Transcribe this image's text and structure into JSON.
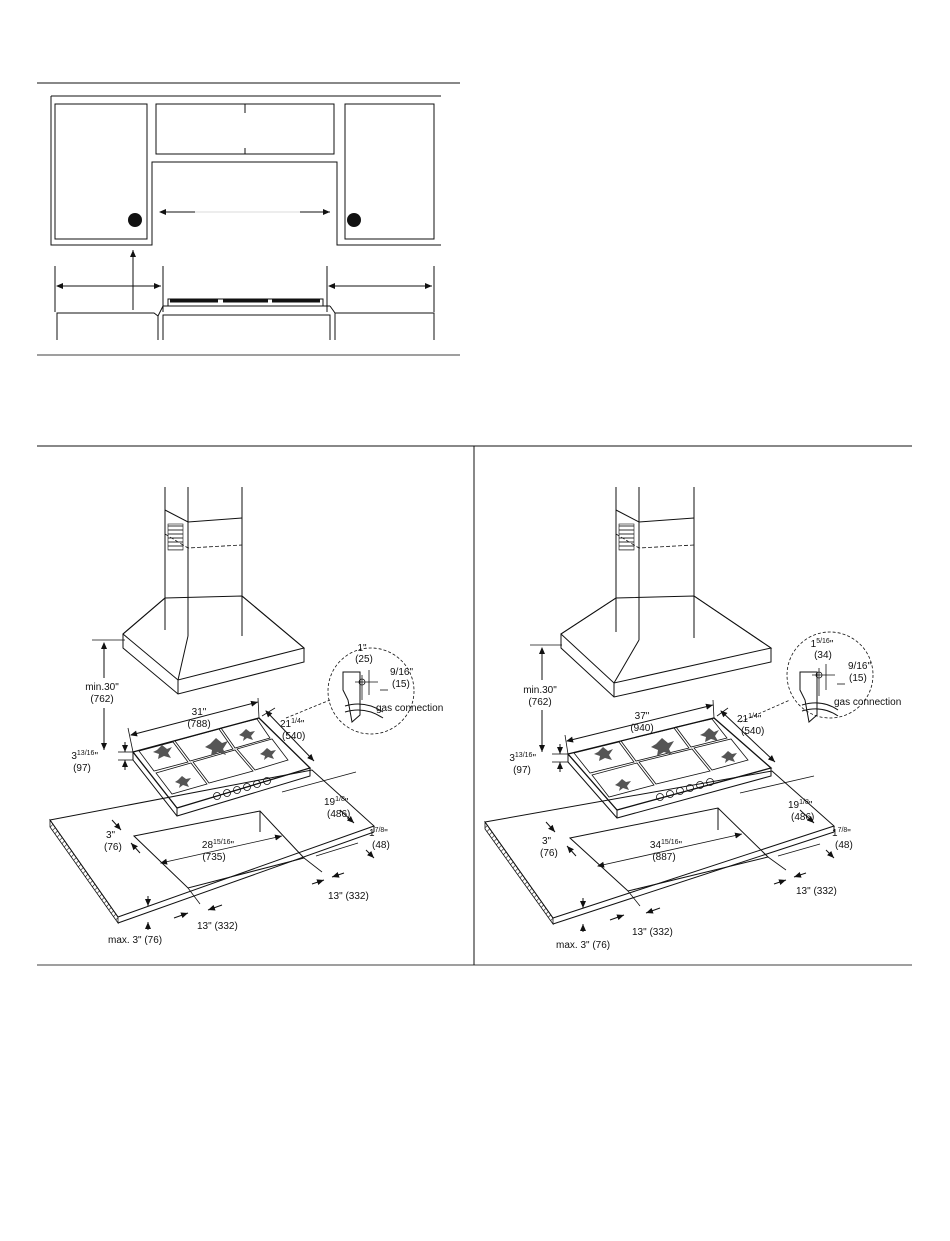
{
  "left_figure": {
    "min_height": "min.30\"",
    "min_height_mm": "(762)",
    "width": "31\"",
    "width_mm": "(788)",
    "depth": "21",
    "depth_frac": "1/4",
    "depth_unit": "\"",
    "depth_mm": "(540)",
    "height_whole": "3",
    "height_frac": "13/16",
    "height_unit": "\"",
    "height_mm": "(97)",
    "gas_offset_a": "1\"",
    "gas_offset_a_mm": "(25)",
    "gas_offset_b": "9/16\"",
    "gas_offset_b_mm": "(15)",
    "gas_label": "gas connection",
    "cutout_depth": "19",
    "cutout_depth_frac": "1/8",
    "cutout_depth_unit": "\"",
    "cutout_depth_mm": "(486)",
    "front_edge": "3\"",
    "front_edge_mm": "(76)",
    "cutout_width": "28",
    "cutout_width_frac": "15/16",
    "cutout_width_unit": "\"",
    "cutout_width_mm": "(735)",
    "rear_edge": "1",
    "rear_edge_frac": "7/8",
    "rear_edge_unit": "\"",
    "rear_edge_mm": "(48)",
    "side_right": "13\" (332)",
    "side_left": "13\" (332)",
    "counter_thickness": "max. 3\" (76)"
  },
  "right_figure": {
    "min_height": "min.30\"",
    "min_height_mm": "(762)",
    "width": "37\"",
    "width_mm": "(940)",
    "depth": "21",
    "depth_frac": "1/4",
    "depth_unit": "\"",
    "depth_mm": "(540)",
    "height_whole": "3",
    "height_frac": "13/16",
    "height_unit": "\"",
    "height_mm": "(97)",
    "gas_offset_a_whole": "1",
    "gas_offset_a_frac": "5/16",
    "gas_offset_a_unit": "\"",
    "gas_offset_a_mm": "(34)",
    "gas_offset_b": "9/16\"",
    "gas_offset_b_mm": "(15)",
    "gas_label": "gas connection",
    "cutout_depth": "19",
    "cutout_depth_frac": "1/8",
    "cutout_depth_unit": "\"",
    "cutout_depth_mm": "(486)",
    "front_edge": "3\"",
    "front_edge_mm": "(76)",
    "cutout_width": "34",
    "cutout_width_frac": "15/16",
    "cutout_width_unit": "\"",
    "cutout_width_mm": "(887)",
    "rear_edge": "1",
    "rear_edge_frac": "7/8",
    "rear_edge_unit": "\"",
    "rear_edge_mm": "(48)",
    "side_right": "13\" (332)",
    "side_left": "13\" (332)",
    "counter_thickness": "max. 3\" (76)"
  }
}
